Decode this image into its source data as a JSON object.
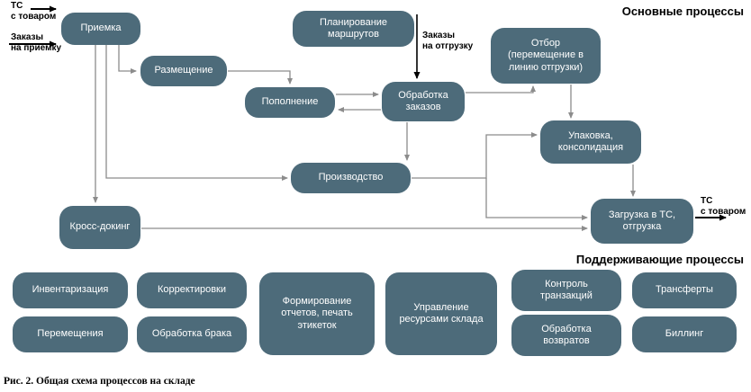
{
  "headings": {
    "main_processes": "Основные процессы",
    "supporting_processes": "Поддерживающие процессы"
  },
  "caption": "Рис. 2. Общая схема процессов на складе",
  "colors": {
    "box_fill": "#4d6b7a",
    "box_text": "#ffffff",
    "flow_arrow": "#8c8c8c",
    "external_arrow": "#000000",
    "background": "#ffffff"
  },
  "main_processes": {
    "priemka": "Приемка",
    "razmeshchenie": "Размещение",
    "planirovanie_marshrutov": "Планирование маршрутов",
    "popolnenie": "Пополнение",
    "obrabotka_zakazov": "Обработка заказов",
    "otbor": "Отбор (перемещение в линию отгрузки)",
    "upakovka": "Упаковка, консолидация",
    "proizvodstvo": "Производство",
    "kross_doking": "Кросс-докинг",
    "zagruzka": "Загрузка в ТС, отгрузка"
  },
  "supporting_processes": {
    "inventarizaciya": "Инвентаризация",
    "korrektirovki": "Корректировки",
    "formirovanie_otchetov": "Формирование отчетов, печать этикеток",
    "upravlenie_resursami": "Управление ресурсами склада",
    "kontrol_tranzakcij": "Контроль транзакций",
    "transferty": "Трансферты",
    "peremeshcheniya": "Перемещения",
    "obrabotka_braka": "Обработка брака",
    "obrabotka_vozvratov": "Обработка возвратов",
    "billing": "Биллинг"
  },
  "external_labels": {
    "ts_s_tovarom_in": "ТС\nс товаром",
    "zakazy_na_priemku": "Заказы\nна приемку",
    "zakazy_na_otgruzku": "Заказы\nна отгрузку",
    "ts_s_tovarom_out": "ТС\nс товаром"
  }
}
